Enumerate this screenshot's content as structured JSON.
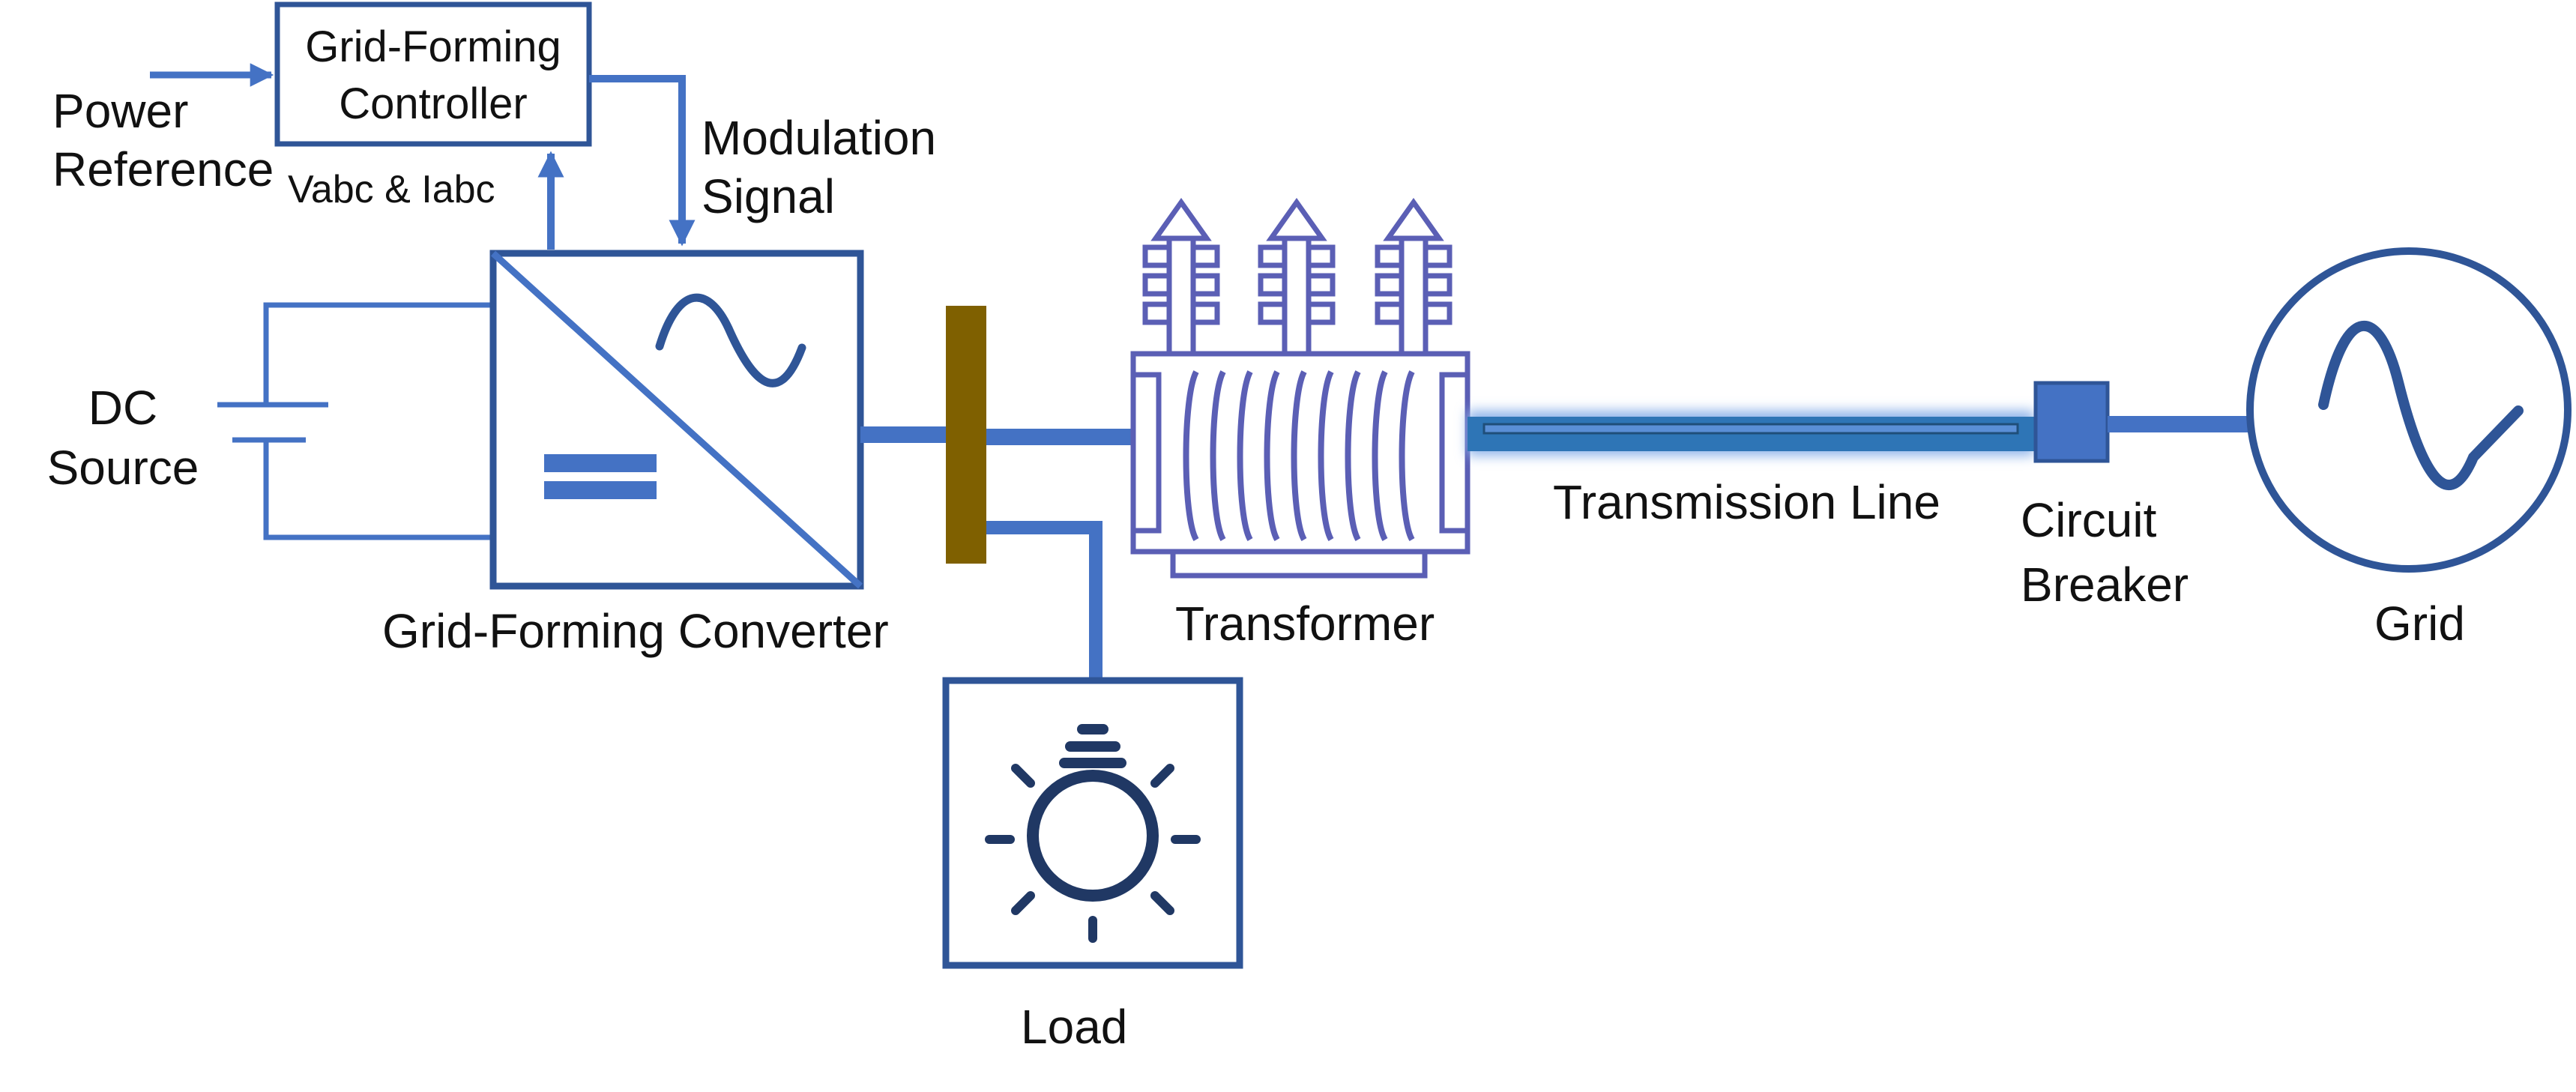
{
  "labels": {
    "power_reference": [
      "Power",
      "Reference"
    ],
    "controller": [
      "Grid-Forming",
      "Controller"
    ],
    "vabc_iabc": "Vabc & Iabc",
    "modulation_signal": [
      "Modulation",
      "Signal"
    ],
    "dc_source": [
      "DC",
      "Source"
    ],
    "converter": "Grid-Forming Converter",
    "transformer": "Transformer",
    "transmission_line": "Transmission Line",
    "circuit_breaker": [
      "Circuit",
      "Breaker"
    ],
    "grid": "Grid",
    "load": "Load"
  },
  "colors": {
    "wire_blue": "#4472c4",
    "dark_blue": "#2f5597",
    "navy": "#203864",
    "transformer_purple": "#5b5fb5",
    "bus_brown": "#7f6000",
    "line_glow": "#8fb4ea",
    "breaker_fill": "#4472c4",
    "line_core": "#2e75b6"
  },
  "icons": [
    "dc-battery-icon",
    "converter-dc-ac-icon",
    "transformer-icon",
    "lightbulb-icon",
    "ac-source-icon",
    "circuit-breaker-icon"
  ]
}
